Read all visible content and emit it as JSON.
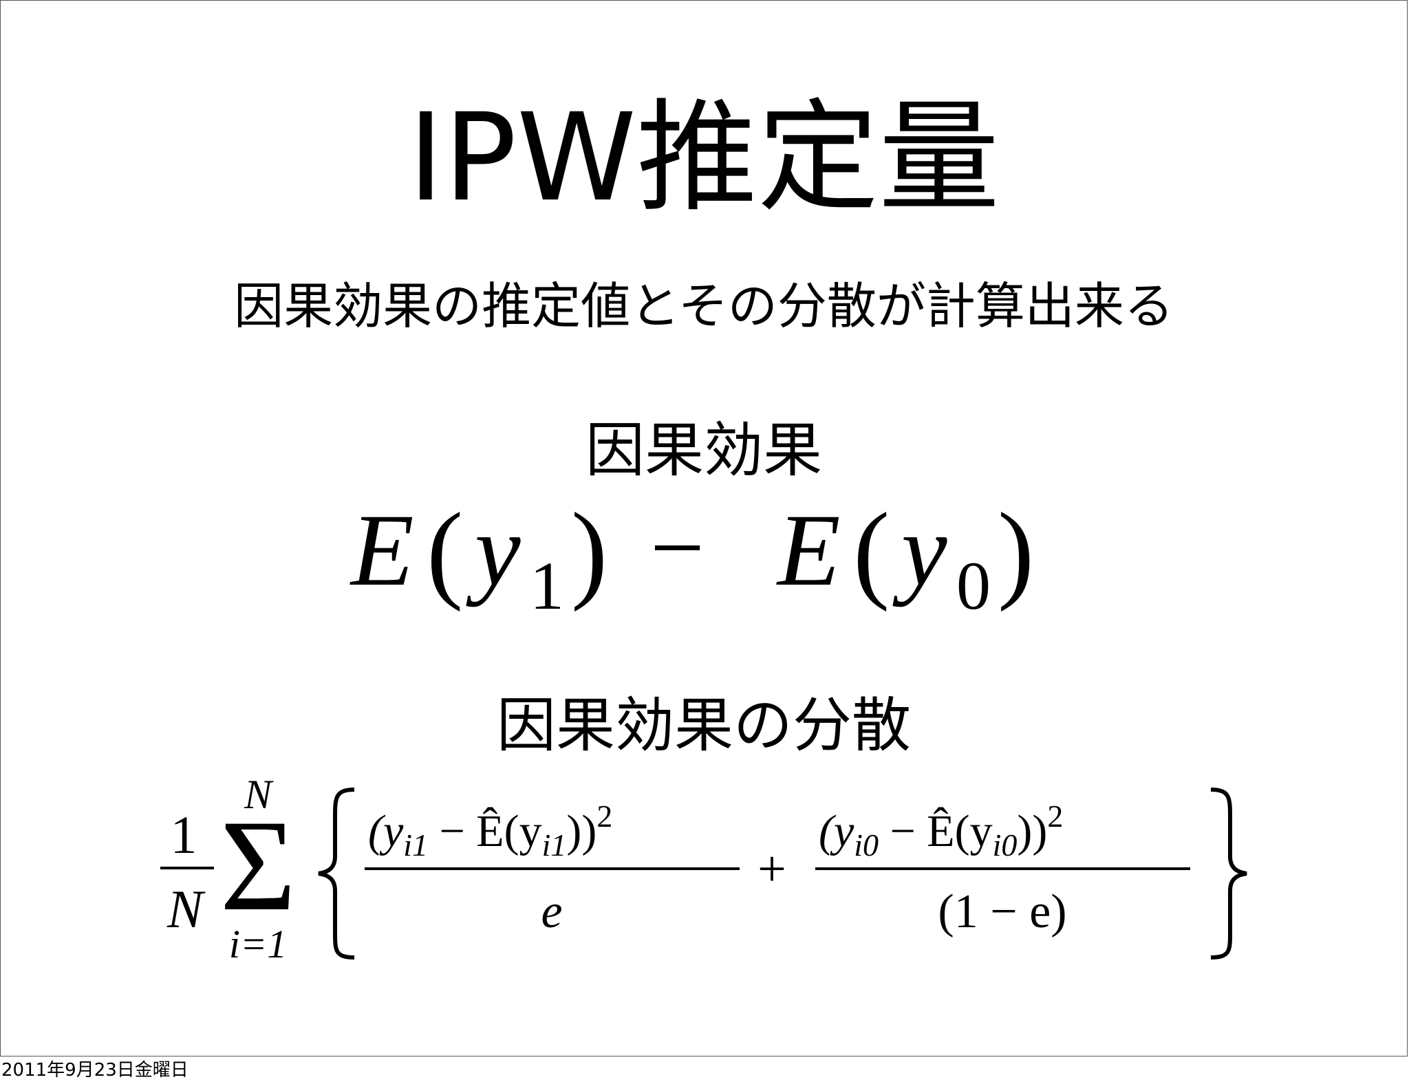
{
  "slide": {
    "title": "IPW推定量",
    "subtitle": "因果効果の推定値とその分散が計算出来る",
    "effect_label": "因果効果",
    "variance_label": "因果効果の分散"
  },
  "formula_effect": {
    "E1": "E",
    "y1": "y",
    "sub1": "1",
    "minus": "−",
    "E0": "E",
    "y0": "y",
    "sub0": "0"
  },
  "formula_variance": {
    "one": "1",
    "N": "N",
    "sum_upper": "N",
    "sum_lower": "i=1",
    "num1": "(y",
    "num1_sub": "i1",
    "num1_mid": " − Ê(y",
    "num1_sub2": "i1",
    "num1_end": "))",
    "num1_sup": "2",
    "den1": "e",
    "plus": "+",
    "num2": "(y",
    "num2_sub": "i0",
    "num2_mid": " − Ê(y",
    "num2_sub2": "i0",
    "num2_end": "))",
    "num2_sup": "2",
    "den2": "(1 − e)"
  },
  "footer": {
    "date": "2011年9月23日金曜日"
  }
}
